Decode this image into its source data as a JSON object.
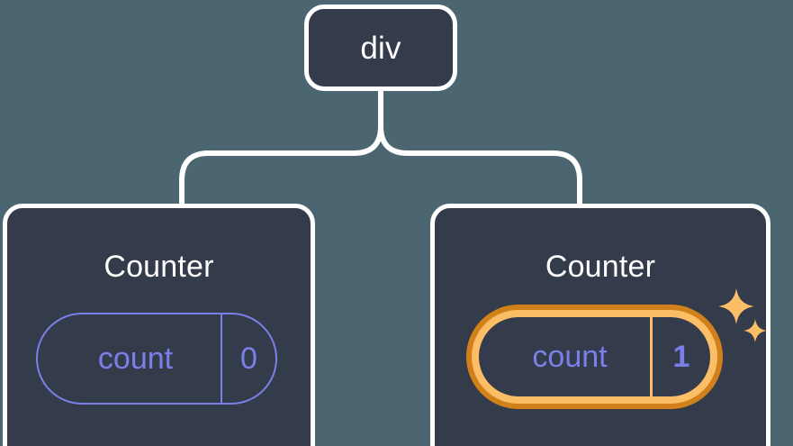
{
  "diagram": {
    "background_color": "#4b6670",
    "node_fill_color": "#343b4b",
    "node_border_color": "#ffffff",
    "accent_indigo": "#7b80e8",
    "accent_orange_outer": "#d2811a",
    "accent_orange_inner": "#fbbe67",
    "root": {
      "label": "div"
    },
    "children": [
      {
        "title": "Counter",
        "state": {
          "key": "count",
          "value": "0"
        },
        "highlighted": false
      },
      {
        "title": "Counter",
        "state": {
          "key": "count",
          "value": "1"
        },
        "highlighted": true,
        "sparkles": [
          "sparkle-large",
          "sparkle-small"
        ]
      }
    ]
  }
}
